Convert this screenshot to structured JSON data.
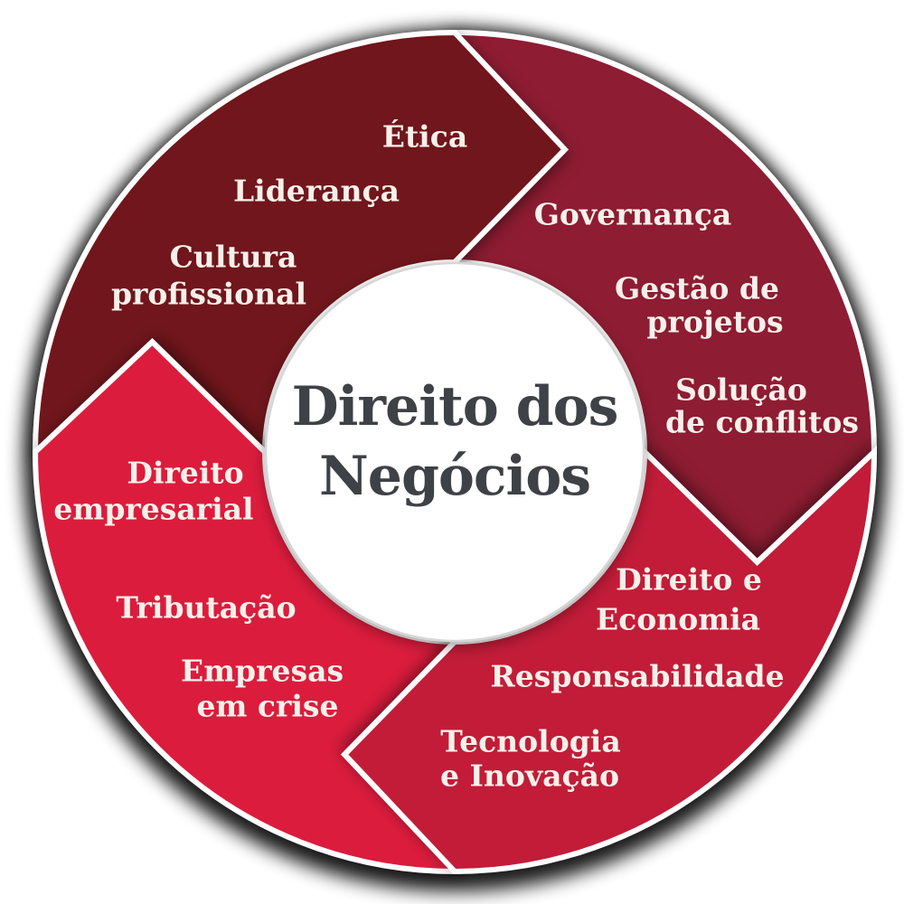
{
  "diagram": {
    "center": {
      "title_line1": "Direito dos",
      "title_line2": "Negócios"
    },
    "quadrants": {
      "top_left": {
        "color": "#6F171C",
        "topics": [
          {
            "lines": [
              "Ética"
            ]
          },
          {
            "lines": [
              "Liderança"
            ]
          },
          {
            "lines": [
              "Cultura",
              "profissional"
            ]
          }
        ]
      },
      "top_right": {
        "color": "#8E1C30",
        "topics": [
          {
            "lines": [
              "Governança"
            ]
          },
          {
            "lines": [
              "Gestão de",
              "projetos"
            ]
          },
          {
            "lines": [
              "Solução",
              "de conflitos"
            ]
          }
        ]
      },
      "bottom_right": {
        "color": "#C21F39",
        "topics": [
          {
            "lines": [
              "Direito e",
              "Economia"
            ]
          },
          {
            "lines": [
              "Responsabilidade"
            ]
          },
          {
            "lines": [
              "Tecnologia",
              "e Inovação"
            ]
          }
        ]
      },
      "bottom_left": {
        "color": "#DC1F3D",
        "topics": [
          {
            "lines": [
              "Direito",
              "empresarial"
            ]
          },
          {
            "lines": [
              "Tributação"
            ]
          },
          {
            "lines": [
              "Empresas",
              "em crise"
            ]
          }
        ]
      }
    },
    "colors": {
      "background": "#FFFFFF",
      "gap_stroke": "#FFFFFF",
      "center_circle": "#FFFFFF",
      "center_title_text": "#3E4145",
      "label_text": "#F6F1EA",
      "outer_shadow": "#000000"
    }
  }
}
